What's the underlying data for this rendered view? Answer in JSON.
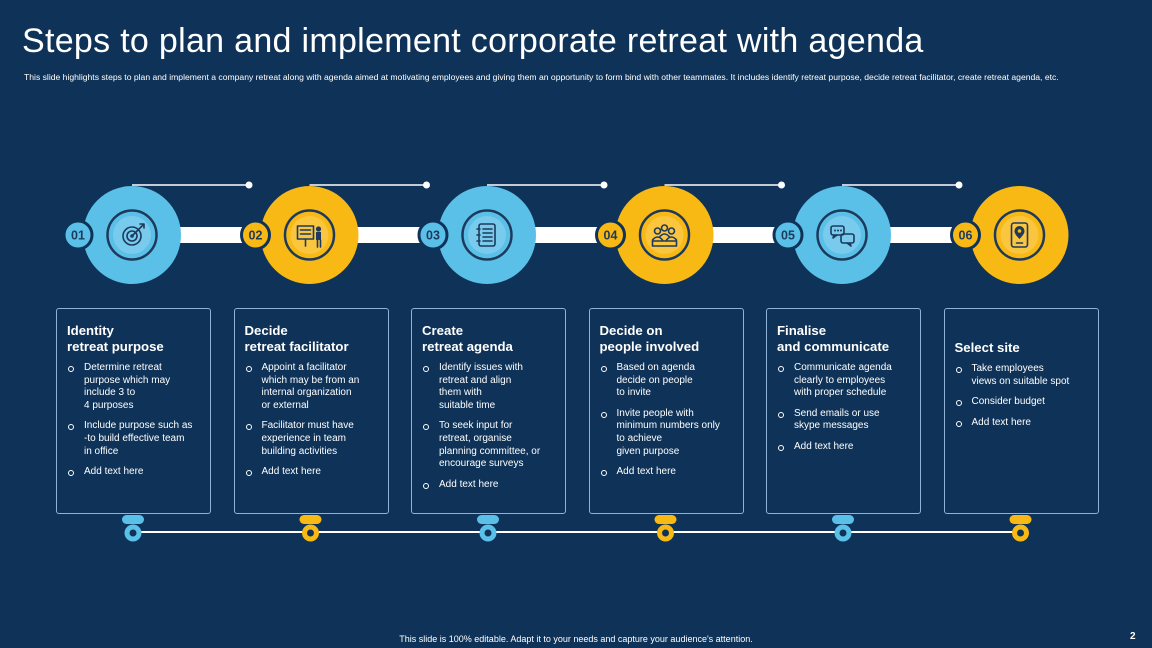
{
  "slide": {
    "title": "Steps to plan and implement corporate retreat with agenda",
    "subtitle": "This slide highlights steps to plan and implement  a company retreat along with agenda aimed at motivating employees and giving them an opportunity to form bind with other teammates.  It includes identify retreat purpose, decide retreat facilitator, create retreat agenda, etc.",
    "footer": "This slide is 100% editable.  Adapt it to your needs and capture your audience's attention.",
    "page_number": "2"
  },
  "colors": {
    "background": "#0f3358",
    "blue": "#5bc0e8",
    "yellow": "#f9b915",
    "card_border": "#8fb3d6"
  },
  "steps": [
    {
      "number": "01",
      "color": "blue",
      "icon": "target-icon",
      "title": "Identity\nretreat purpose",
      "bullets": [
        "Determine retreat\npurpose which may\ninclude 3 to\n4 purposes",
        "Include purpose such as\n-to build effective team\nin office",
        "Add text here"
      ]
    },
    {
      "number": "02",
      "color": "yellow",
      "icon": "presentation-board-icon",
      "title": "Decide\nretreat facilitator",
      "bullets": [
        "Appoint a facilitator\nwhich may be from an\ninternal organization\nor external",
        "Facilitator must have\nexperience in team\nbuilding activities",
        "Add text here"
      ]
    },
    {
      "number": "03",
      "color": "blue",
      "icon": "agenda-book-icon",
      "title": "Create\nretreat agenda",
      "bullets": [
        "Identify issues with\nretreat and align\nthem with\nsuitable time",
        "To seek input for\nretreat, organise\nplanning committee, or\nencourage surveys",
        "Add text here"
      ]
    },
    {
      "number": "04",
      "color": "yellow",
      "icon": "people-group-icon",
      "title": "Decide on\npeople involved",
      "bullets": [
        "Based on agenda\ndecide on people\nto invite",
        "Invite people with\nminimum numbers only\nto achieve\ngiven purpose",
        "Add text here"
      ]
    },
    {
      "number": "05",
      "color": "blue",
      "icon": "chat-bubbles-icon",
      "title": "Finalise\nand communicate",
      "bullets": [
        "Communicate agenda\nclearly to employees\nwith proper schedule",
        "Send emails or use\nskype messages",
        "Add text here"
      ]
    },
    {
      "number": "06",
      "color": "yellow",
      "icon": "mobile-location-icon",
      "title": "Select site",
      "bullets": [
        "Take employees\nviews on suitable spot",
        "Consider budget",
        "Add text here"
      ]
    }
  ]
}
